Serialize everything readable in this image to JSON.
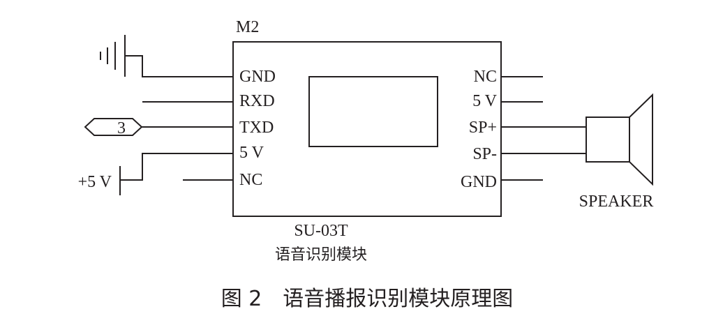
{
  "module": {
    "ref": "M2",
    "part": "SU-03T",
    "description": "语音识别模块",
    "left_pins": [
      "GND",
      "RXD",
      "TXD",
      "5 V",
      "NC"
    ],
    "right_pins": [
      "NC",
      "5 V",
      "SP+",
      "SP-",
      "GND"
    ]
  },
  "connector": {
    "label": "3"
  },
  "power": {
    "label": "+5 V"
  },
  "speaker": {
    "label": "SPEAKER"
  },
  "caption": "图 2　语音播报识别模块原理图"
}
